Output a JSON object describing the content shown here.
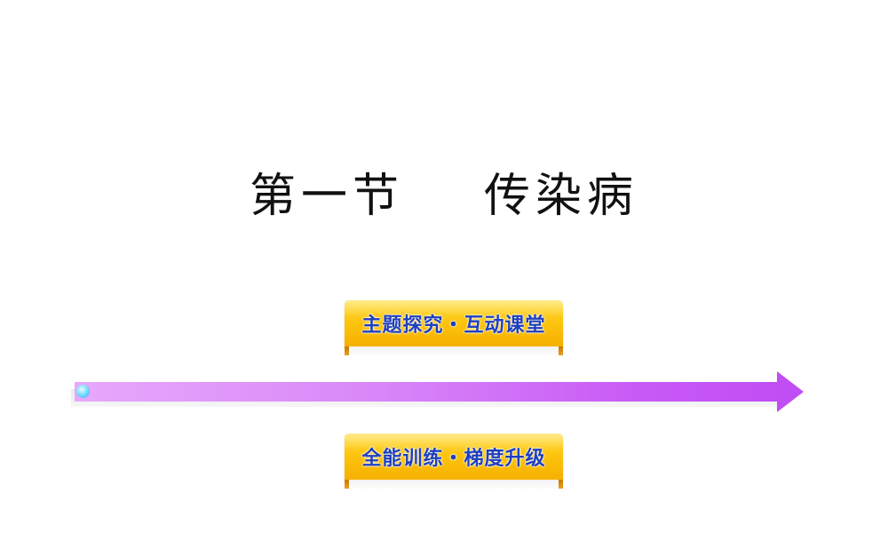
{
  "slide": {
    "title": "第一节    传染病"
  },
  "menu": {
    "items": [
      {
        "label": "主题探究・互动课堂"
      },
      {
        "label": "全能训练・梯度升级"
      }
    ]
  },
  "colors": {
    "title_text": "#111111",
    "banner_gradient_top": "#ffe14d",
    "banner_gradient_bottom": "#f6b000",
    "banner_text": "#1e3fbf",
    "arrow_start": "#e7a8fb",
    "arrow_end": "#c04ef4",
    "bead": "#7fe0ff"
  }
}
